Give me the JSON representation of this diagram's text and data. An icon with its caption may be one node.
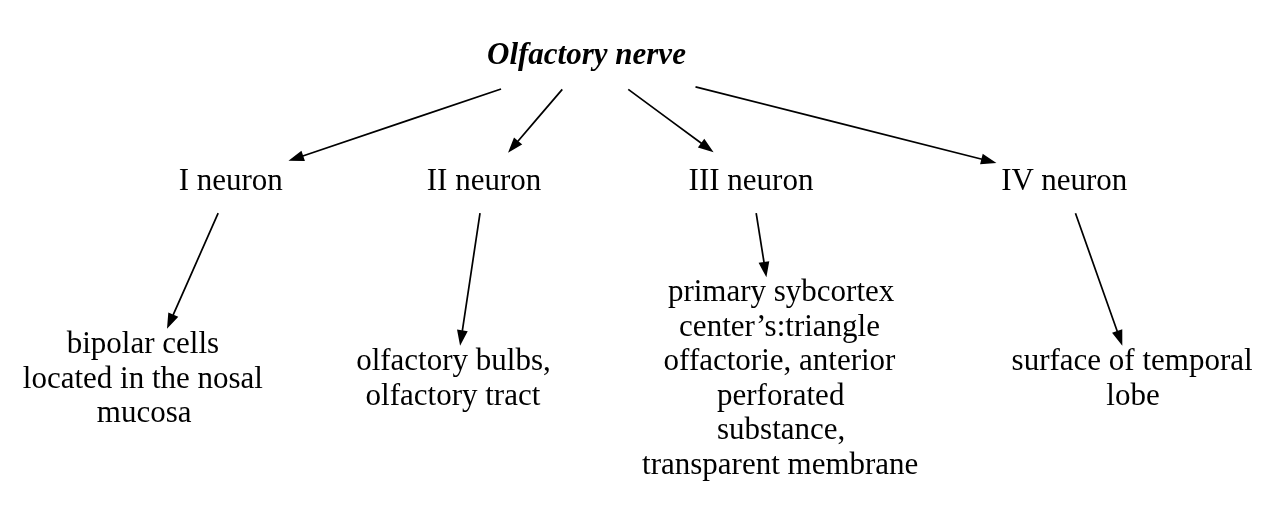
{
  "diagram": {
    "nodes": [
      {
        "text": [
          "Olfactory nerve"
        ]
      },
      {
        "text": [
          "I neuron"
        ]
      },
      {
        "text": [
          "II neuron"
        ]
      },
      {
        "text": [
          "III neuron"
        ]
      },
      {
        "text": [
          "IV neuron"
        ]
      },
      {
        "text": [
          "bipolar cells located in the nosal mucosa"
        ]
      },
      {
        "text": [
          "olfactory bulbs, olfactory tract"
        ]
      },
      {
        "text": [
          "primary sybcortex center’s:triangle offactorie, anterior perforated substance, transparent membrane"
        ]
      },
      {
        "text": [
          "surface of temporal lobe"
        ]
      }
    ],
    "edges": [
      {
        "from": 0,
        "to": 1,
        "arrow": "to"
      },
      {
        "from": 0,
        "to": 2,
        "arrow": "to"
      },
      {
        "from": 0,
        "to": 3,
        "arrow": "to"
      },
      {
        "from": 0,
        "to": 4,
        "arrow": "to"
      },
      {
        "from": 1,
        "to": 5,
        "arrow": "to"
      },
      {
        "from": 2,
        "to": 6,
        "arrow": "to"
      },
      {
        "from": 3,
        "to": 7,
        "arrow": "to"
      },
      {
        "from": 4,
        "to": 8,
        "arrow": "to"
      }
    ]
  }
}
